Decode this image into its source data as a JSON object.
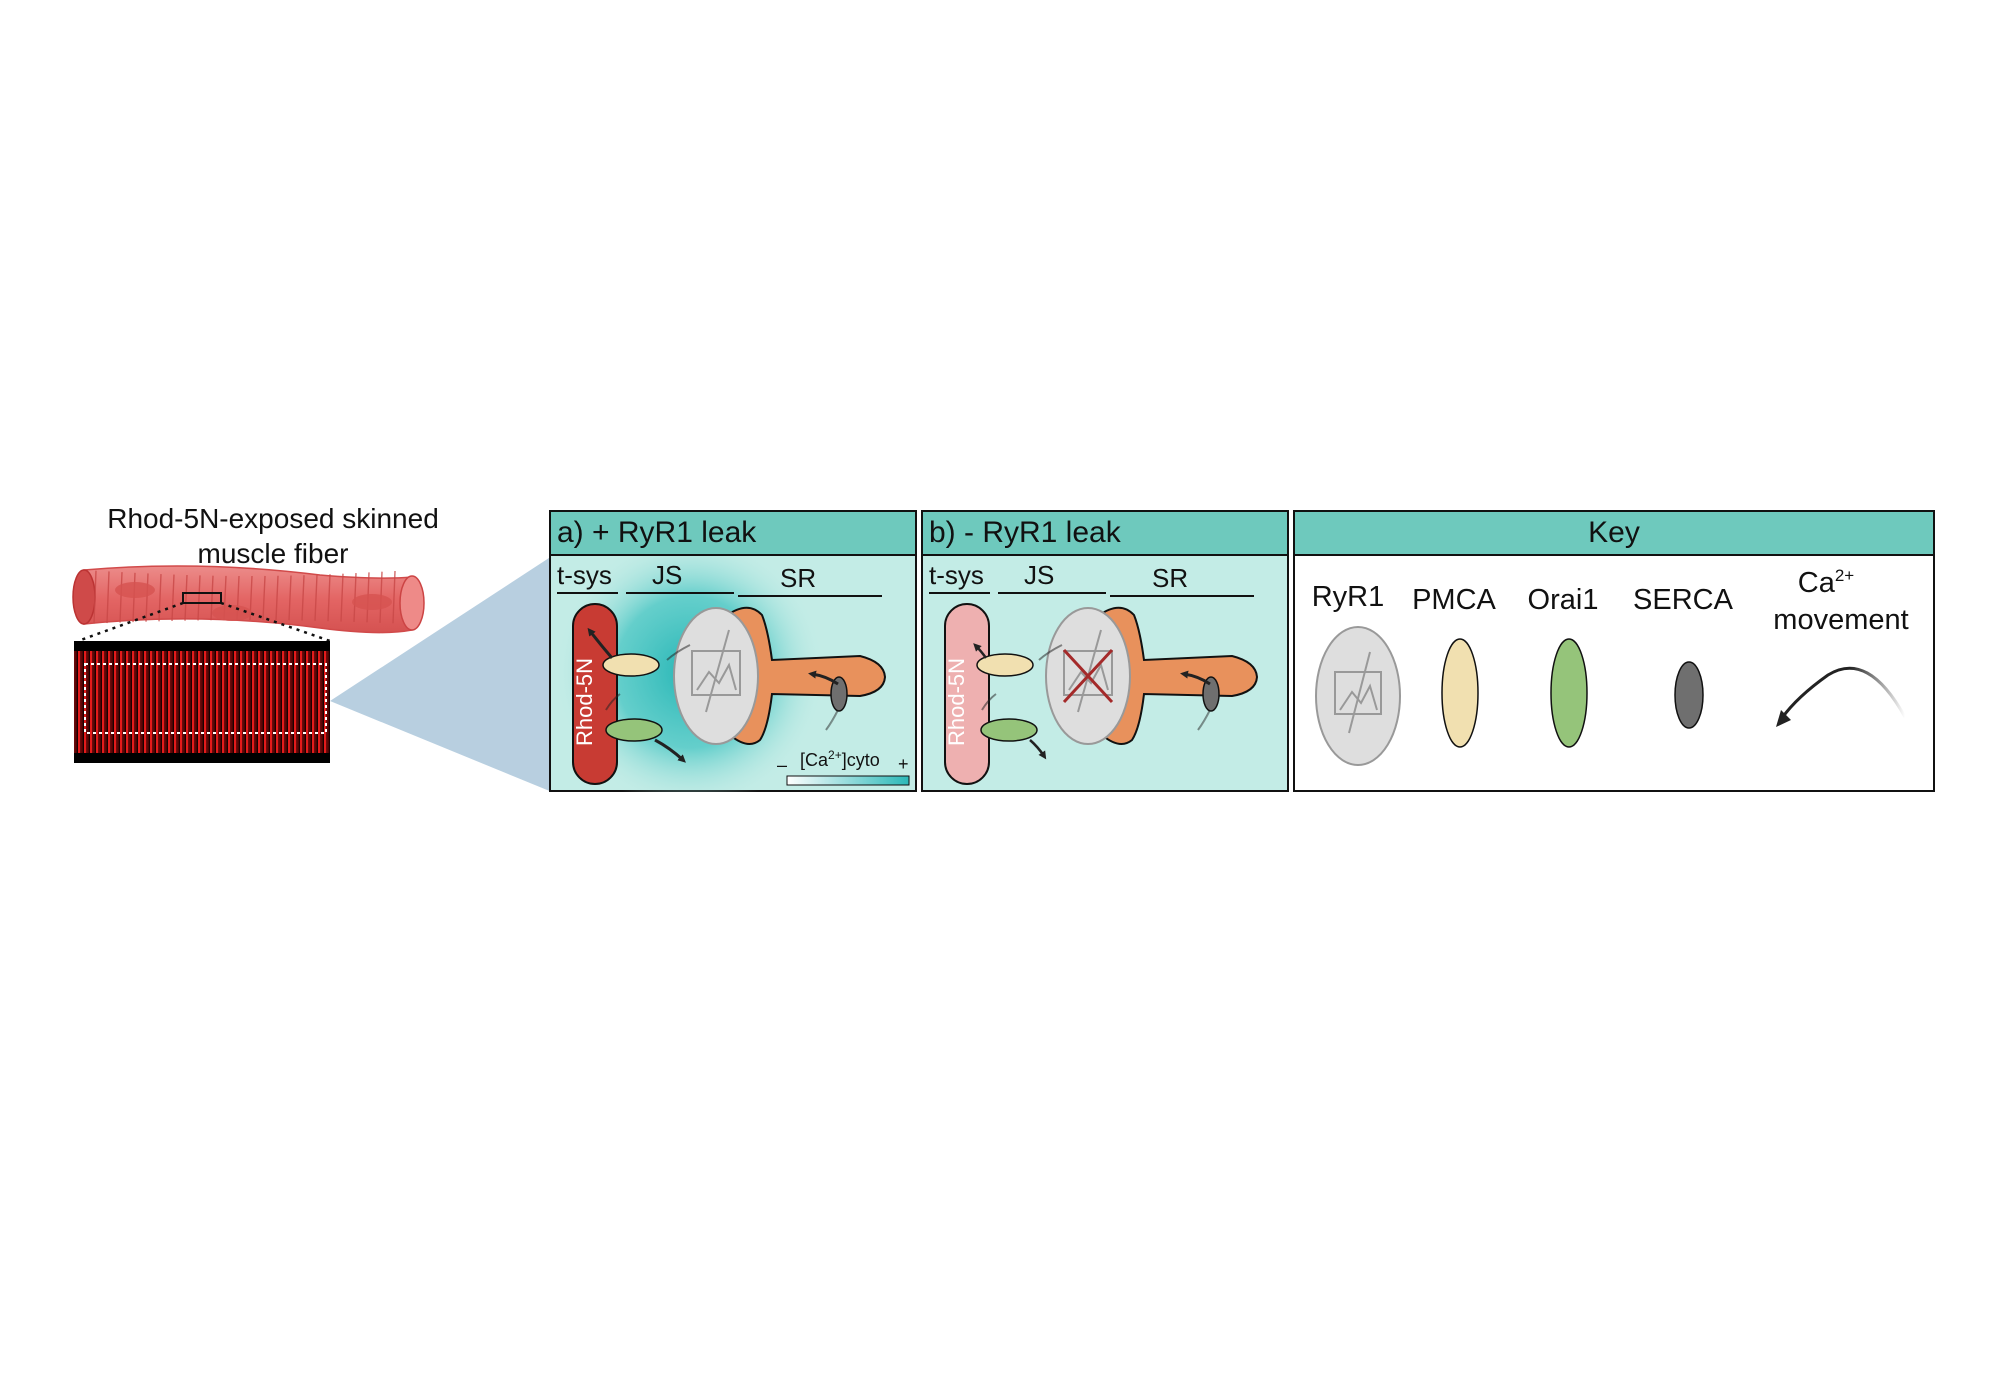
{
  "fiber": {
    "title_line1": "Rhod-5N-exposed skinned",
    "title_line2": "muscle fiber"
  },
  "panel_a": {
    "title": "a) + RyR1 leak",
    "region_tsys": "t-sys",
    "region_js": "JS",
    "region_sr": "SR",
    "rhod_label": "Rhod-5N",
    "scale_minus": "–",
    "scale_label": "[Ca",
    "scale_sup": "2+",
    "scale_label_end": "]cyto",
    "scale_plus": "+"
  },
  "panel_b": {
    "title": "b) - RyR1 leak",
    "region_tsys": "t-sys",
    "region_js": "JS",
    "region_sr": "SR",
    "rhod_label": "Rhod-5N"
  },
  "key": {
    "title": "Key",
    "ryr1": "RyR1",
    "pmca": "PMCA",
    "orai1": "Orai1",
    "serca": "SERCA",
    "ca_movement_line1": "Ca",
    "ca_movement_sup": "2+",
    "ca_movement_line2": "movement"
  },
  "colors": {
    "header_teal": "#6ec9bd",
    "panel_bg": "#c3ece6",
    "glow": "#2bb8b8",
    "rhod_dark": "#c83b33",
    "rhod_light": "#eeb0b0",
    "sr_orange": "#e8915c",
    "ryr1_grey": "#dedede",
    "pmca_cream": "#f1e0b0",
    "orai1_green": "#95c47a",
    "serca_grey": "#6f6f6f",
    "fiber_red": "#e66a6a",
    "blue_fan": "#b8cfe0"
  }
}
